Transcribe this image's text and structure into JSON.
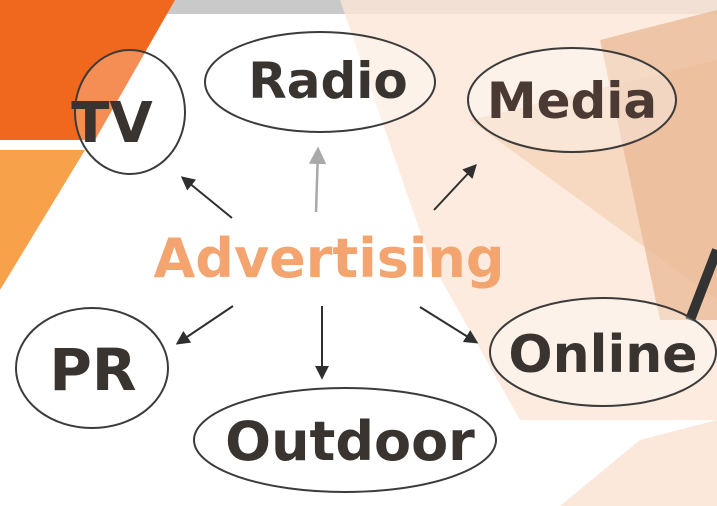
{
  "diagram": {
    "center_label": "Advertising",
    "nodes": [
      {
        "id": "tv",
        "label": "TV"
      },
      {
        "id": "radio",
        "label": "Radio"
      },
      {
        "id": "media",
        "label": "Media"
      },
      {
        "id": "pr",
        "label": "PR"
      },
      {
        "id": "outdoor",
        "label": "Outdoor"
      },
      {
        "id": "online",
        "label": "Online"
      }
    ]
  },
  "colors": {
    "center_text": "#f4a46e",
    "node_text": "#3a3431",
    "media_text": "#4a3a33",
    "ellipse_stroke": "#3b3b3b",
    "arrow": "#2f2f2f",
    "arrow_light": "#a9a9a9",
    "accent_orange": "#f0681d",
    "accent_orange_light": "#f7a24a",
    "peach": "#f6d7bf",
    "skin": "#eab894"
  }
}
